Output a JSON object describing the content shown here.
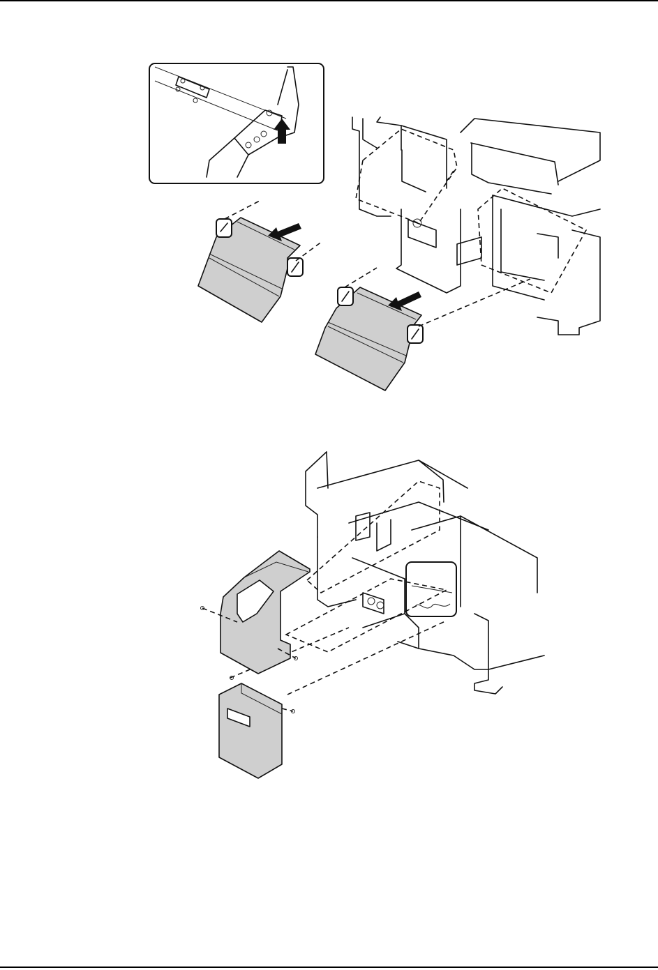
{
  "figure_top": {
    "parts": [
      "detail-inset",
      "finisher-machine",
      "tray-upper",
      "tray-lower"
    ]
  },
  "figure_bottom": {
    "parts": [
      "finisher-machine",
      "cover-upper",
      "cover-lower"
    ]
  }
}
